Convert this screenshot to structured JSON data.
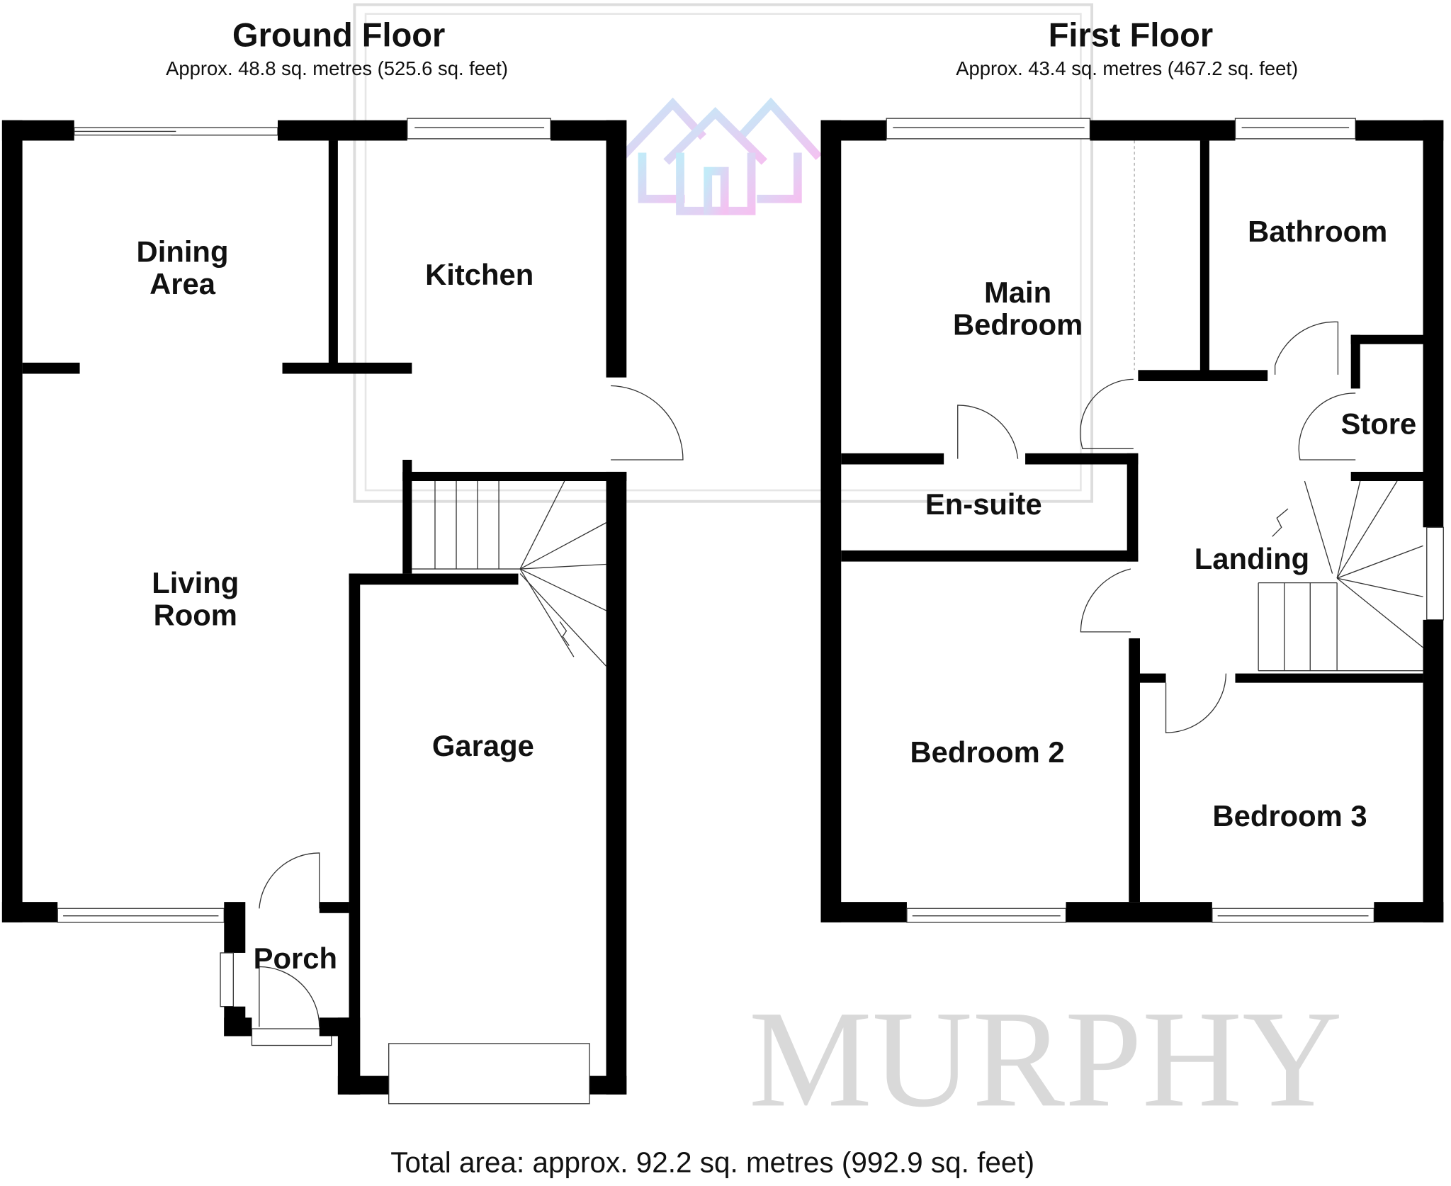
{
  "ground_floor": {
    "title": "Ground Floor",
    "area": "Approx. 48.8 sq. metres (525.6 sq. feet)",
    "rooms": {
      "dining_1": "Dining",
      "dining_2": "Area",
      "kitchen": "Kitchen",
      "living_1": "Living",
      "living_2": "Room",
      "garage": "Garage",
      "porch": "Porch"
    }
  },
  "first_floor": {
    "title": "First Floor",
    "area": "Approx. 43.4 sq. metres (467.2 sq. feet)",
    "rooms": {
      "bathroom": "Bathroom",
      "main_bedroom_1": "Main",
      "main_bedroom_2": "Bedroom",
      "store": "Store",
      "ensuite": "En-suite",
      "landing": "Landing",
      "bedroom2": "Bedroom 2",
      "bedroom3": "Bedroom 3"
    }
  },
  "total_area": "Total area: approx. 92.2 sq. metres (992.9 sq. feet)",
  "watermark": {
    "text": "MURPHY",
    "logo": "house-logo-icon",
    "colors": [
      "#f2b8ef",
      "#b8e8f7"
    ]
  }
}
